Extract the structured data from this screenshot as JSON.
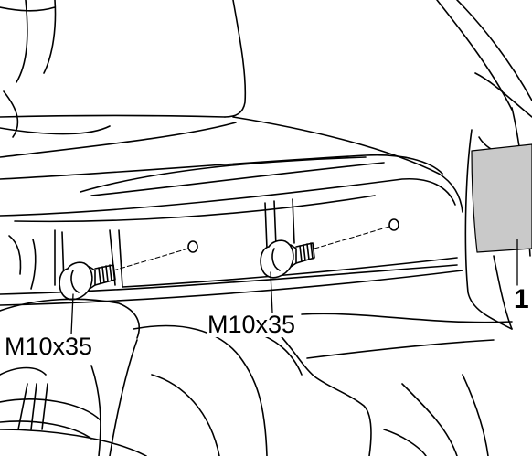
{
  "callouts": {
    "bolt_left": "M10x35",
    "bolt_right": "M10x35",
    "part_number": "1"
  },
  "colors": {
    "line": "#000000",
    "background": "#ffffff",
    "part_fill": "#c9c9c9"
  }
}
